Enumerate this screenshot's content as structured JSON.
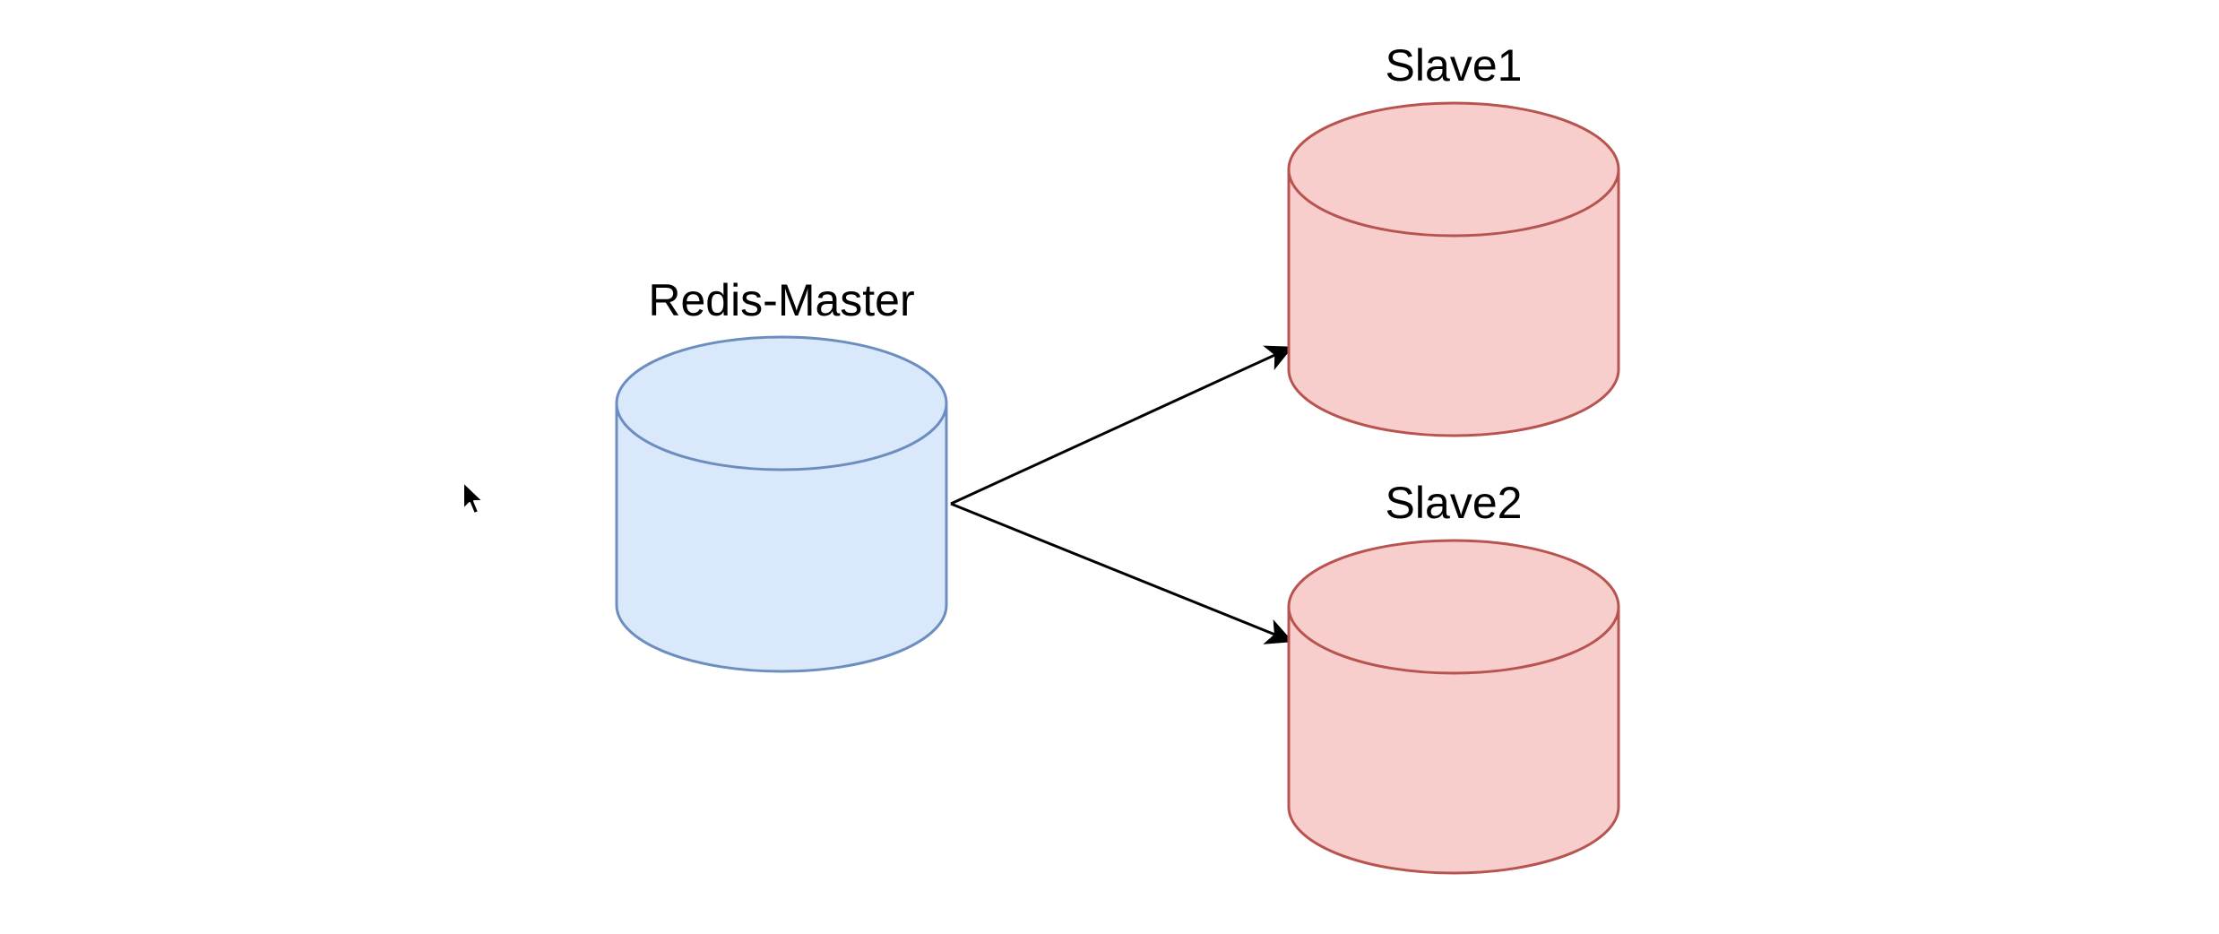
{
  "diagram": {
    "nodes": [
      {
        "id": "master",
        "label": "Redis-Master",
        "fill": "#dae8fc",
        "stroke": "#6c8ebf"
      },
      {
        "id": "slave1",
        "label": "Slave1",
        "fill": "#f8cecc",
        "stroke": "#b85450"
      },
      {
        "id": "slave2",
        "label": "Slave2",
        "fill": "#f8cecc",
        "stroke": "#b85450"
      }
    ],
    "edges": [
      {
        "from": "master",
        "to": "slave1"
      },
      {
        "from": "master",
        "to": "slave2"
      }
    ],
    "edge_color": "#000000",
    "cursor_icon": "mouse-pointer-icon"
  }
}
